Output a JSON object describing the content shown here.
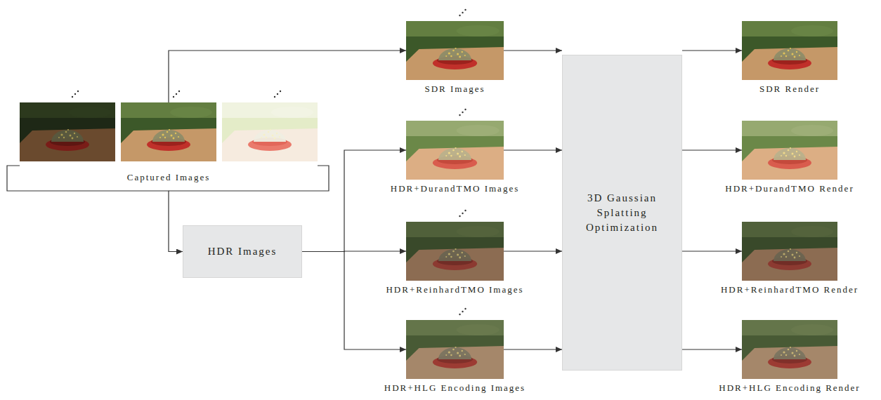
{
  "diagram": {
    "nodes": [
      {
        "text": [
          "Captured Images"
        ]
      },
      {
        "text": [
          "HDR Images"
        ]
      },
      {
        "text": [
          "SDR Images"
        ]
      },
      {
        "text": [
          "HDR+DurandTMO Images"
        ]
      },
      {
        "text": [
          "HDR+ReinhardTMO Images"
        ]
      },
      {
        "text": [
          "HDR+HLG Encoding Images"
        ]
      },
      {
        "text": [
          "3D Gaussian Splatting Optimization"
        ]
      },
      {
        "text": [
          "SDR Render"
        ]
      },
      {
        "text": [
          "HDR+DurandTMO Render"
        ]
      },
      {
        "text": [
          "HDR+ReinhardTMO Render"
        ]
      },
      {
        "text": [
          "HDR+HLG Encoding Render"
        ]
      }
    ],
    "edges": [
      {
        "from": 0,
        "to": 2,
        "arrow": "to"
      },
      {
        "from": 0,
        "to": 1,
        "arrow": "to"
      },
      {
        "from": 1,
        "to": 3,
        "arrow": "to"
      },
      {
        "from": 1,
        "to": 4,
        "arrow": "to"
      },
      {
        "from": 1,
        "to": 5,
        "arrow": "to"
      },
      {
        "from": 2,
        "to": 6,
        "arrow": "to"
      },
      {
        "from": 3,
        "to": 6,
        "arrow": "to"
      },
      {
        "from": 4,
        "to": 6,
        "arrow": "to"
      },
      {
        "from": 5,
        "to": 6,
        "arrow": "to"
      },
      {
        "from": 6,
        "to": 7,
        "arrow": "to"
      },
      {
        "from": 6,
        "to": 8,
        "arrow": "to"
      },
      {
        "from": 6,
        "to": 9,
        "arrow": "to"
      },
      {
        "from": 6,
        "to": 10,
        "arrow": "to"
      }
    ]
  }
}
